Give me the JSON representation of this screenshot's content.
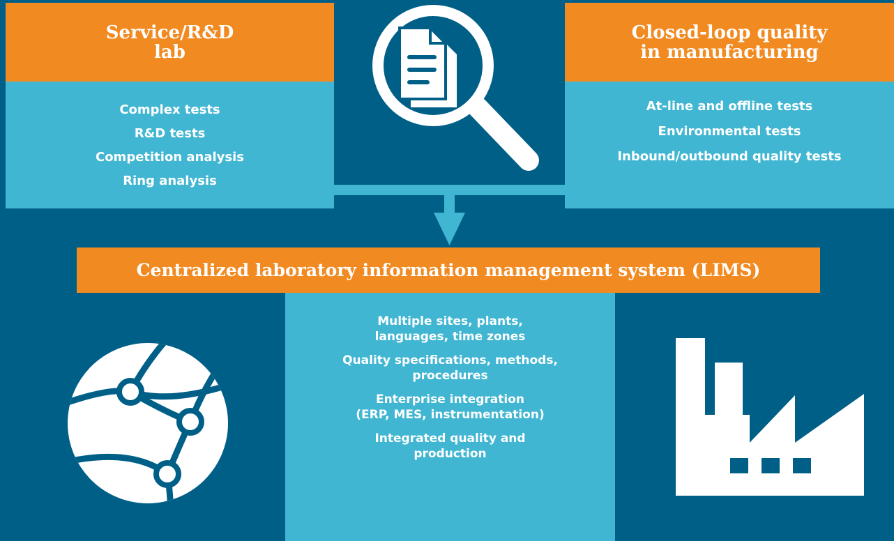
{
  "left_panel": {
    "title_lines": [
      "Service/R&D",
      "lab"
    ],
    "items": [
      "Complex tests",
      "R&D tests",
      "Competition analysis",
      "Ring analysis"
    ]
  },
  "right_panel": {
    "title_lines": [
      "Closed-loop quality",
      "in manufacturing"
    ],
    "items": [
      "At-line and offline tests",
      "Environmental tests",
      "Inbound/outbound quality tests"
    ]
  },
  "center_panel": {
    "title": "Centralized laboratory information management system (LIMS)",
    "items": [
      [
        "Multiple sites, plants,",
        "languages, time zones"
      ],
      [
        "Quality specifications, methods,",
        "procedures"
      ],
      [
        "Enterprise integration",
        "(ERP, MES, instrumentation)"
      ],
      [
        "Integrated quality and",
        "production"
      ]
    ]
  },
  "icons": {
    "magnifier": "document-search-icon",
    "globe": "globe-network-icon",
    "factory": "factory-icon"
  },
  "colors": {
    "background": "#005f87",
    "header": "#f28a22",
    "panel": "#41b6d2",
    "icon": "#ffffff"
  }
}
